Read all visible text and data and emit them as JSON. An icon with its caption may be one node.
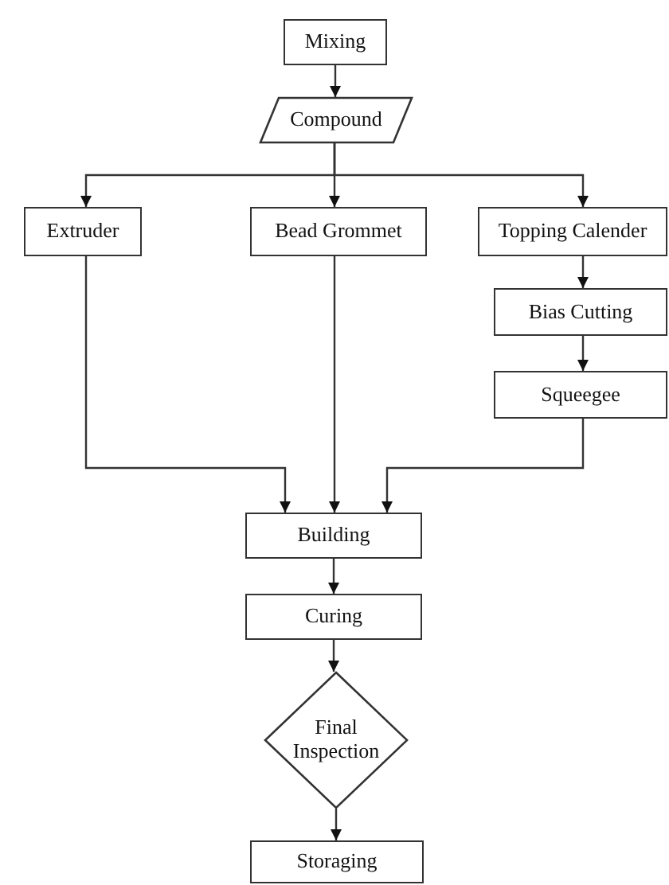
{
  "diagram": {
    "nodes": [
      {
        "text": [
          "Mixing"
        ]
      },
      {
        "text": [
          "Compound"
        ]
      },
      {
        "text": [
          "Extruder"
        ]
      },
      {
        "text": [
          "Bead Grommet"
        ]
      },
      {
        "text": [
          "Topping Calender"
        ]
      },
      {
        "text": [
          "Bias Cutting"
        ]
      },
      {
        "text": [
          "Squeegee"
        ]
      },
      {
        "text": [
          "Building"
        ]
      },
      {
        "text": [
          "Curing"
        ]
      },
      {
        "text": [
          "Final Inspection"
        ]
      },
      {
        "text": [
          "Storaging"
        ]
      }
    ],
    "edges": [
      {
        "from": 0,
        "to": 1,
        "arrow": "to"
      },
      {
        "from": 1,
        "to": 2,
        "arrow": "to"
      },
      {
        "from": 1,
        "to": 3,
        "arrow": "to"
      },
      {
        "from": 1,
        "to": 4,
        "arrow": "to"
      },
      {
        "from": 4,
        "to": 5,
        "arrow": "to"
      },
      {
        "from": 5,
        "to": 6,
        "arrow": "to"
      },
      {
        "from": 2,
        "to": 7,
        "arrow": "to"
      },
      {
        "from": 3,
        "to": 7,
        "arrow": "to"
      },
      {
        "from": 6,
        "to": 7,
        "arrow": "to"
      },
      {
        "from": 7,
        "to": 8,
        "arrow": "to"
      },
      {
        "from": 8,
        "to": 9,
        "arrow": "to"
      },
      {
        "from": 9,
        "to": 10,
        "arrow": "to"
      }
    ]
  }
}
